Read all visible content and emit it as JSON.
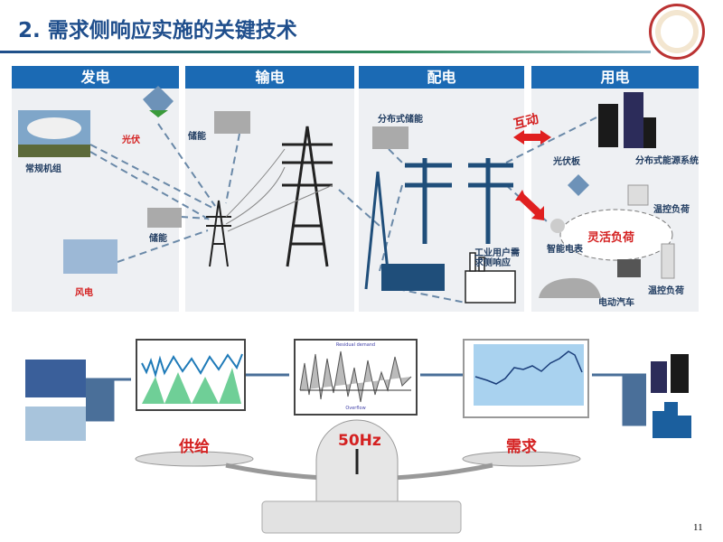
{
  "title": "2. 需求侧响应实施的关键技术",
  "page_number": "11",
  "panels": [
    {
      "header": "发电",
      "labels": {
        "conventional": "常规机组",
        "pv": "光伏",
        "storage": "储能",
        "wind": "风电"
      }
    },
    {
      "header": "输电",
      "labels": {
        "storage": "储能"
      }
    },
    {
      "header": "配电",
      "labels": {
        "dist_storage": "分布式储能",
        "industrial": "工业用户需求侧响应"
      }
    },
    {
      "header": "用电",
      "labels": {
        "interaction": "互动",
        "pv_panel": "光伏板",
        "der": "分布式能源系统",
        "thermo1": "温控负荷",
        "flex": "灵活负荷",
        "meter": "智能电表",
        "thermo2": "温控负荷",
        "ev": "电动汽车"
      }
    }
  ],
  "bottom": {
    "supply": "供给",
    "frequency": "50Hz",
    "demand": "需求",
    "chart2_title": "Residual demand",
    "chart2_footer": "Overflow"
  },
  "colors": {
    "primary": "#1b6ab4",
    "accent": "#d42020",
    "title": "#1f4e8c"
  }
}
